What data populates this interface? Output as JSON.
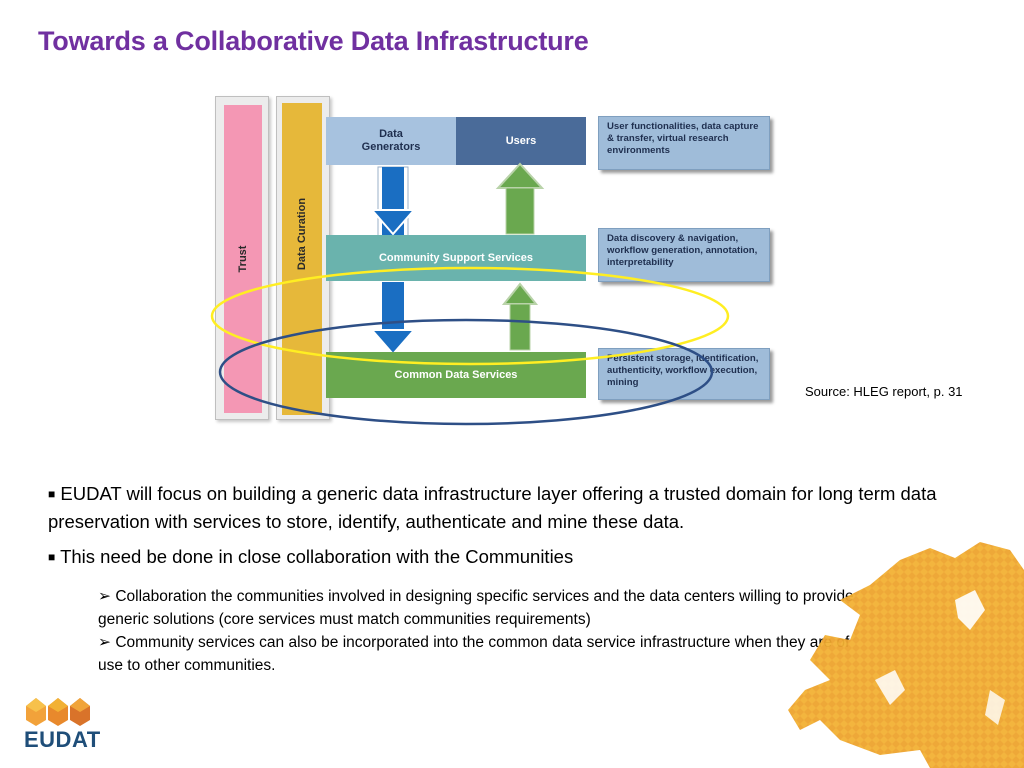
{
  "title": "Towards a Collaborative Data Infrastructure",
  "diagram": {
    "trust": "Trust",
    "data_curation": "Data Curation",
    "data_generators": "Data Generators",
    "users": "Users",
    "community_support": "Community Support Services",
    "common_data": "Common Data Services",
    "note_users": "User functionalities, data capture & transfer, virtual research environments",
    "note_community": "Data discovery & navigation, workflow generation, annotation, interpretability",
    "note_common": "Persistent storage, identification, authenticity, workflow execution, mining"
  },
  "source": "Source: HLEG report, p. 31",
  "bullets": [
    "EUDAT will focus on building a generic data infrastructure layer offering a trusted domain for long term data preservation with services to store, identify, authenticate and mine these data.",
    "This need be done in close collaboration with the Communities"
  ],
  "sub_bullets": [
    "Collaboration the communities involved in designing specific services and the data centers willing to provide generic solutions (core services must match communities requirements)",
    "Community services can also be incorporated into the common data service infrastructure when they are of use to other communities."
  ],
  "logo_text": "EUDAT",
  "icons": {
    "bullet": "square-bullet-icon",
    "sub_bullet": "arrowhead-bullet-icon"
  },
  "colors": {
    "title": "#7030a0",
    "trust": "#f497b4",
    "curation": "#e6b83a",
    "data_generators": "#a7c2df",
    "users": "#4a6b99",
    "community": "#6ab3ad",
    "common": "#6aa84f",
    "ellipse_yellow": "#ffee22",
    "ellipse_blue": "#2e4f86",
    "map": "#f2b134"
  }
}
